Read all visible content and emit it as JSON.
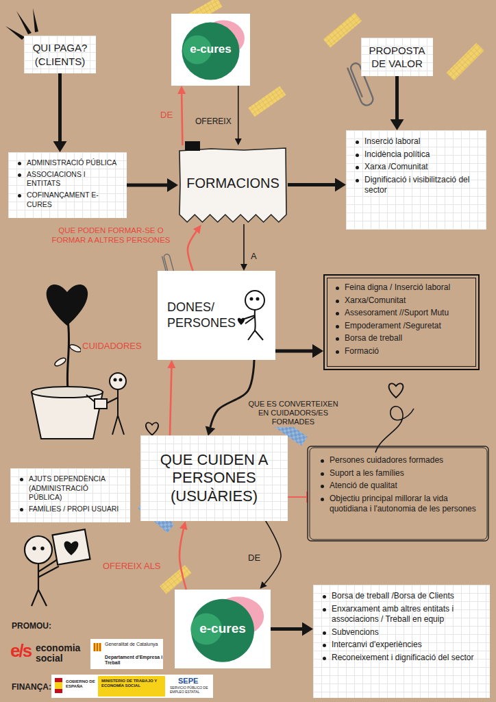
{
  "diagram": {
    "nodes": [
      {
        "text": [
          "QUI PAGA? (CLIENTS)"
        ]
      },
      {
        "text": [
          "e-cures"
        ]
      },
      {
        "text": [
          "PROPOSTA DE VALOR"
        ]
      },
      {
        "text": [
          "ADMINISTRACIÓ PÚBLICA",
          "ASSOCIACIONS I ENTITATS",
          "COFINANÇAMENT E-CURES"
        ]
      },
      {
        "text": [
          "FORMACIONS"
        ]
      },
      {
        "text": [
          "Inserció laboral",
          "Incidència política",
          "Xarxa /Comunitat",
          "Dignificació i visibilització del sector"
        ]
      },
      {
        "text": [
          "DONES/ PERSONES"
        ]
      },
      {
        "text": [
          "Feina digna / Inserció laboral",
          "Xarxa/Comunitat",
          "Assesorament //Suport Mutu",
          "Empoderament /Seguretat",
          "Borsa de treball",
          "Formació"
        ]
      },
      {
        "text": [
          "QUE CUIDEN A PERSONES (USUÀRIES)"
        ]
      },
      {
        "text": [
          "AJUTS DEPENDÈNCIA (ADMINISTRACIÓ PÚBLICA)",
          "FAMÍLIES / PROPI USUARI"
        ]
      },
      {
        "text": [
          "Persones cuidadores formades",
          "Suport a les famílies",
          "Atenció de qualitat",
          "Objectiu principal millorar la vida quotidiana i l'autonomia de les persones"
        ]
      },
      {
        "text": [
          "e-cures"
        ]
      },
      {
        "text": [
          "Borsa de treball /Borsa de Clients",
          "Enxarxament amb altres entitats i associacions / Treball en equip",
          "Subvencions",
          "Intercanvi d'experiències",
          "Reconeixement i dignificació del sector"
        ]
      }
    ],
    "edges": [
      {
        "from": 0,
        "to": 3,
        "arrow": "to"
      },
      {
        "from": 3,
        "to": 4,
        "arrow": "to"
      },
      {
        "from": 1,
        "to": 4,
        "label": "OFEREIX",
        "arrow": "to"
      },
      {
        "from": 4,
        "to": 1,
        "label": "DE",
        "arrow": "to"
      },
      {
        "from": 2,
        "to": 5,
        "arrow": "to"
      },
      {
        "from": 4,
        "to": 5,
        "arrow": "to"
      },
      {
        "from": 4,
        "to": 6,
        "label": "A",
        "arrow": "to"
      },
      {
        "from": 6,
        "to": 4,
        "label": "QUE PODEN FORMAR-SE O FORMAR A ALTRES PERSONES",
        "arrow": "to"
      },
      {
        "from": 6,
        "to": 7,
        "arrow": "to"
      },
      {
        "from": 6,
        "to": 8,
        "label": "QUE ES CONVERTEIXEN EN CUIDADORS/ES FORMADES",
        "arrow": "to"
      },
      {
        "from": 8,
        "to": 6,
        "label": "CUIDADORES",
        "arrow": "to"
      },
      {
        "from": 9,
        "to": 8,
        "arrow": "to"
      },
      {
        "from": 8,
        "to": 10,
        "arrow": "none"
      },
      {
        "from": 8,
        "to": 11,
        "label": "DE",
        "arrow": "to"
      },
      {
        "from": 11,
        "to": 8,
        "label": "OFEREIX ALS",
        "arrow": "to"
      },
      {
        "from": 11,
        "to": 12,
        "arrow": "to"
      }
    ],
    "labels": [
      "PROMOU:",
      "e/s",
      "economia social",
      "Generalitat de Catalunya",
      "Departament d'Empresa i Treball",
      "FINANÇA:",
      "GOBIERNO DE ESPAÑA",
      "MINISTERIO DE TRABAJO Y ECONOMÍA SOCIAL",
      "SERVICIO PÚBLICO DE EMPLEO ESTATAL",
      "SEPE"
    ]
  }
}
